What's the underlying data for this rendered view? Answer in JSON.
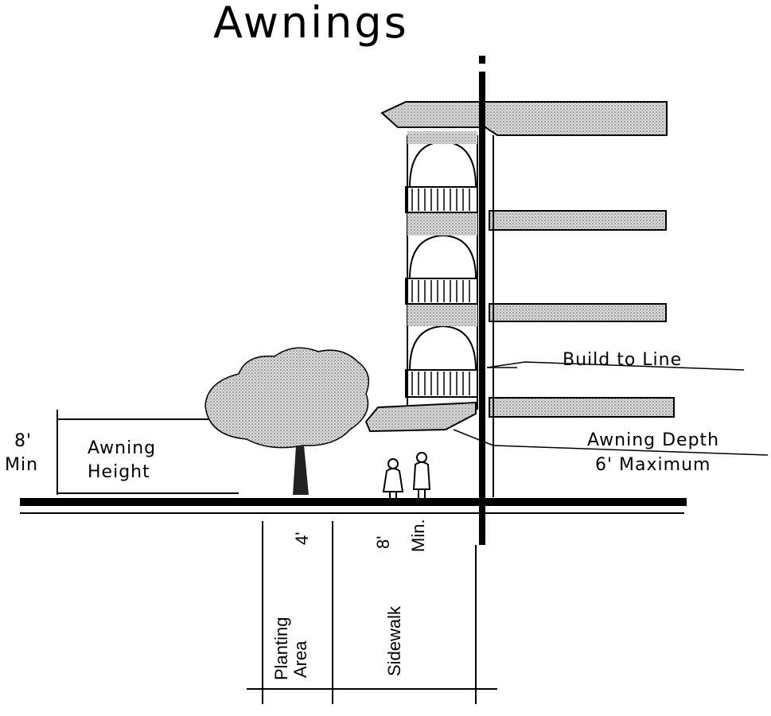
{
  "title": "Awnings",
  "labels": {
    "build_to_line": "Build to Line",
    "awning_depth_line1": "Awning Depth",
    "awning_depth_line2": "6' Maximum",
    "height_dim_value": "8'",
    "height_dim_min": "Min",
    "awning_height_line1": "Awning",
    "awning_height_line2": "Height",
    "planting_width": "4'",
    "planting_line1": "Planting",
    "planting_line2": "Area",
    "sidewalk_width": "8'",
    "sidewalk_min": "Min.",
    "sidewalk": "Sidewalk"
  }
}
